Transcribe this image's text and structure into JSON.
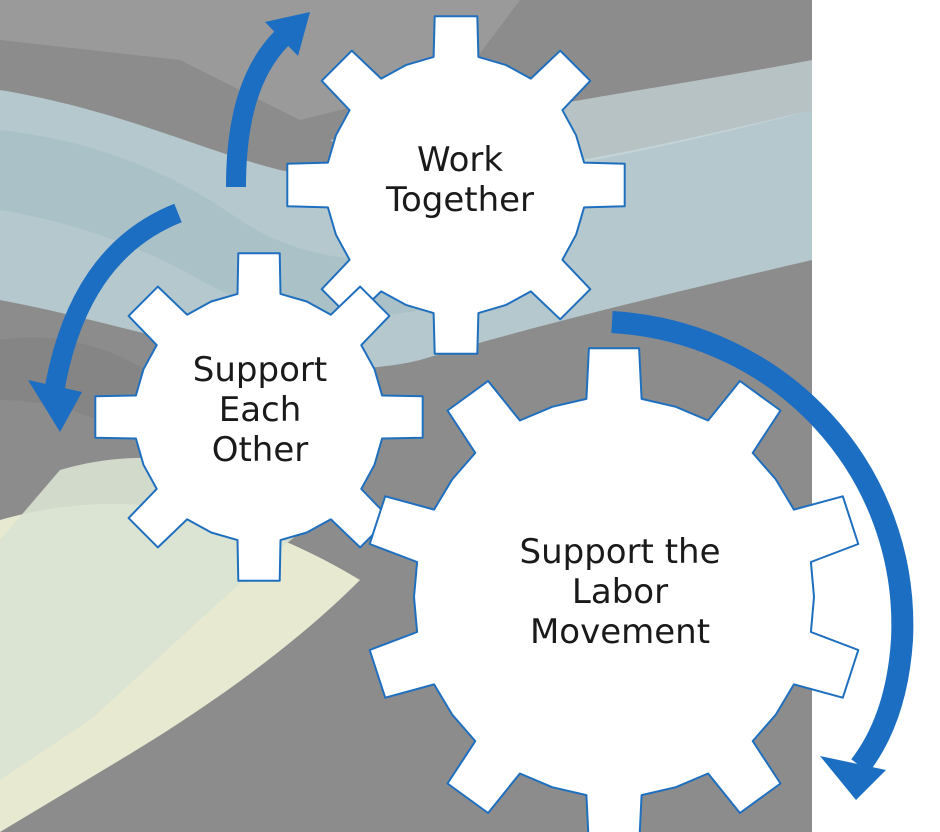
{
  "colors": {
    "background_gray": "#8a8a8a",
    "background_light": "#b7cfd6",
    "background_cream": "#e6ead2",
    "gear_fill": "#ffffff",
    "gear_stroke": "#1f6fbf",
    "arrow": "#1b6ec2",
    "text": "#1a1a1a"
  },
  "gears": [
    {
      "id": "work-together",
      "label_lines": [
        "Work",
        "Together"
      ]
    },
    {
      "id": "support-each-other",
      "label_lines": [
        "Support",
        "Each",
        "Other"
      ]
    },
    {
      "id": "support-the-labor-movement",
      "label_lines": [
        "Support the",
        "Labor",
        "Movement"
      ]
    }
  ],
  "arrows": [
    {
      "id": "arrow-top",
      "icon": "curved-arrow-up-right-icon"
    },
    {
      "id": "arrow-left",
      "icon": "curved-arrow-down-left-icon"
    },
    {
      "id": "arrow-right",
      "icon": "curved-arrow-down-icon"
    }
  ]
}
